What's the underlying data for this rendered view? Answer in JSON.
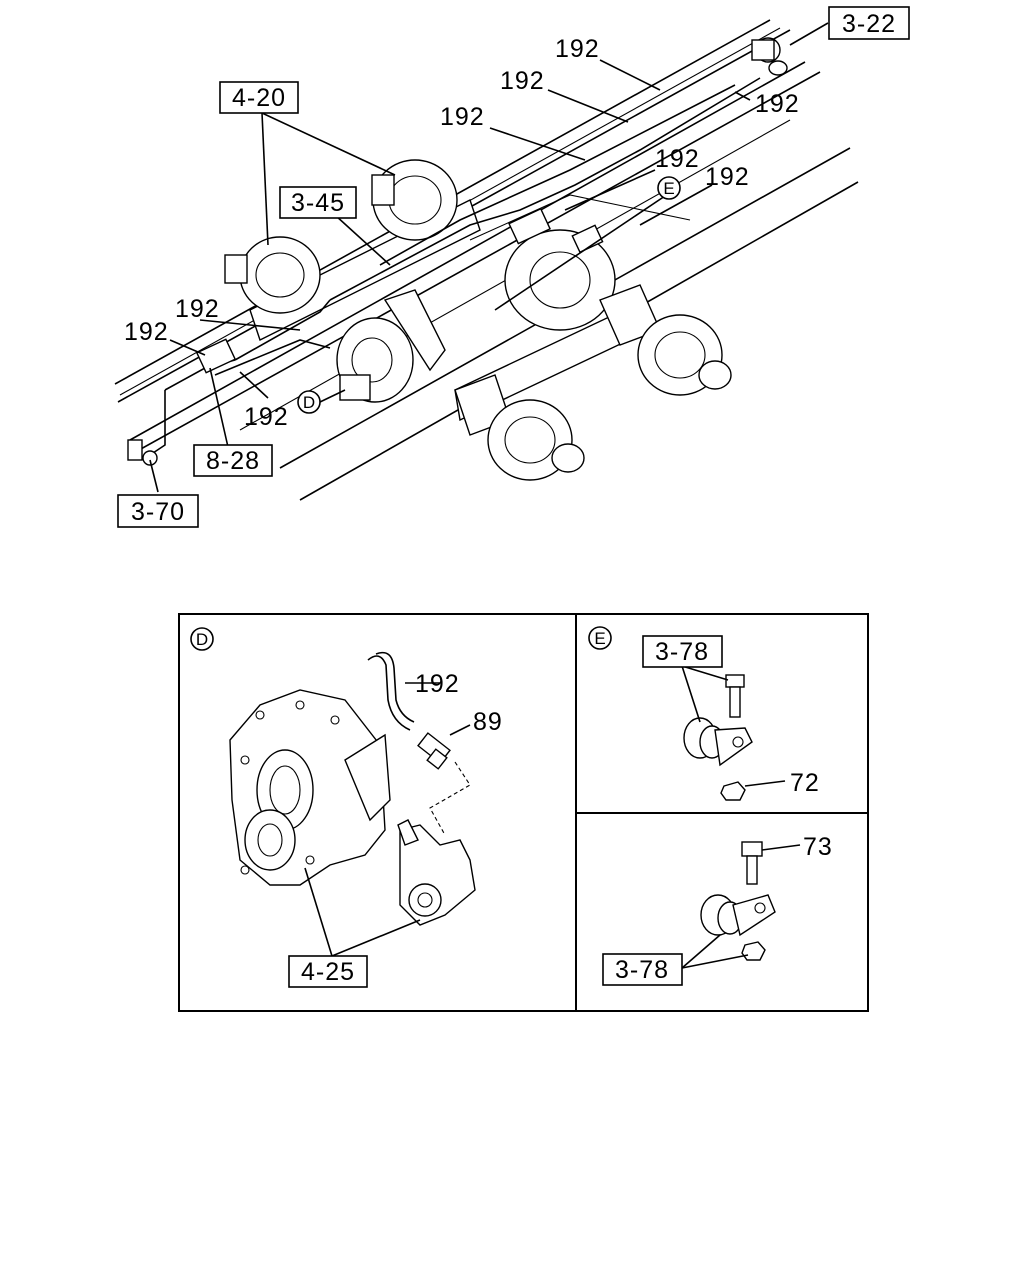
{
  "ref_labels": {
    "r322": "3-22",
    "r420": "4-20",
    "r345": "3-45",
    "r828": "8-28",
    "r370": "3-70",
    "r425": "4-25",
    "r378_top": "3-78",
    "r378_bottom": "3-78"
  },
  "part_numbers": {
    "p192": "192",
    "p89": "89",
    "p72": "72",
    "p73": "73"
  },
  "detail_markers": {
    "d": "D",
    "e": "E"
  }
}
